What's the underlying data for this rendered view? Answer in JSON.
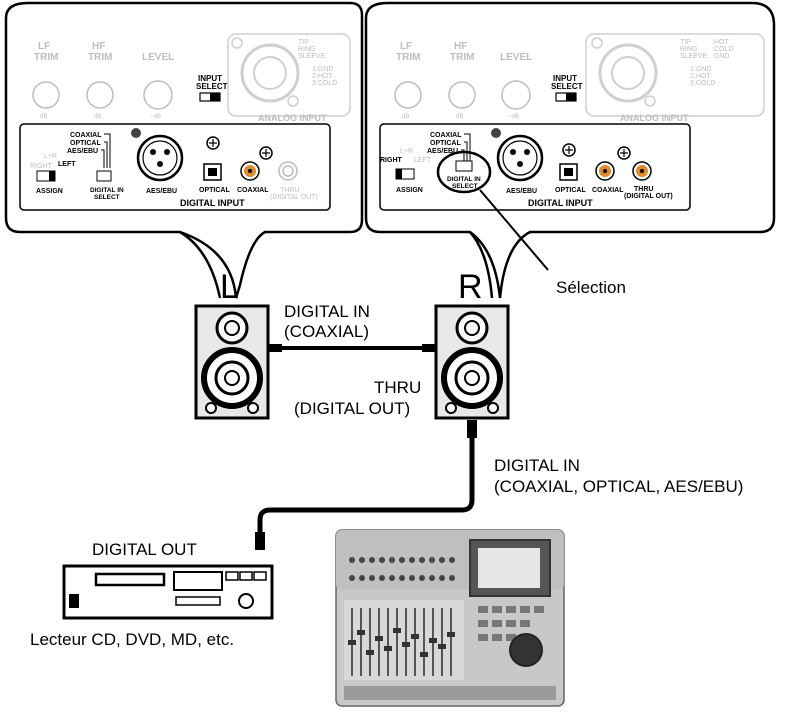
{
  "panel": {
    "lf_trim": "LF",
    "lf_trim2": "TRIM",
    "hf_trim": "HF",
    "hf_trim2": "TRIM",
    "level": "LEVEL",
    "input_select": "INPUT",
    "input_select2": "SELECT",
    "analog_input": "ANALOG INPUT",
    "xlr_tip": "TIP",
    "xlr_ring": "RING",
    "xlr_sleeve": "SLEEVE",
    "xlr_hot": ":HOT",
    "xlr_cold": ":COLD",
    "xlr_gnd": ":GND",
    "pin1": "1:GND",
    "pin2": "2:HOT",
    "pin3": "3:COLD",
    "coaxial_sel": "COAXIAL",
    "optical_sel": "OPTICAL",
    "aesebu_sel": "AES/EBU",
    "right": "RIGHT",
    "lr": "L+R",
    "left": "LEFT",
    "assign": "ASSIGN",
    "digital_in": "DIGITAL IN",
    "select": "SELECT",
    "aes_ebu": "AES/EBU",
    "optical": "OPTICAL",
    "coaxial": "COAXIAL",
    "thru": "THRU",
    "digital_out_small": "(DIGITAL OUT)",
    "digital_input": "DIGITAL INPUT",
    "dB": "dB",
    "minus_dB": "−dB"
  },
  "labels": {
    "left_speaker": "L",
    "right_speaker": "R",
    "selection": "Sélection",
    "digital_in": "DIGITAL IN",
    "coaxial_paren": "(COAXIAL)",
    "thru": "THRU",
    "digital_out_paren": "(DIGITAL OUT)",
    "digital_in2": "DIGITAL IN",
    "formats": "(COAXIAL, OPTICAL, AES/EBU)",
    "digital_out": "DIGITAL OUT",
    "cd_player": "Lecteur CD, DVD, MD, etc."
  },
  "colors": {
    "coax_jack": "#e08a2a",
    "line": "#000000",
    "faded": "#bdbdbd"
  }
}
